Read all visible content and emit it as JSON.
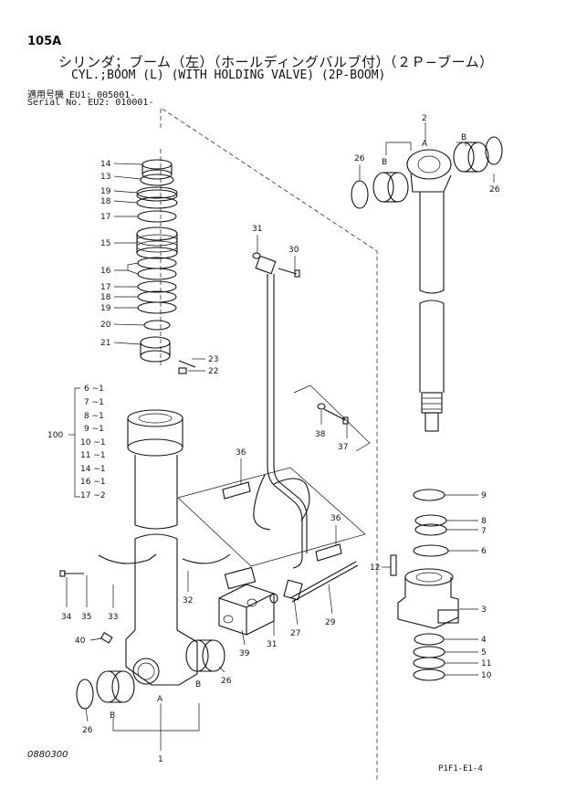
{
  "header": {
    "page_code": "105A",
    "title_jp": "シリンダ；ブーム（左）（ホールディングバルブ付）（２Ｐ−ブーム）",
    "title_en": "CYL.;BOOM (L) (WITH HOLDING VALVE) (2P-BOOM)",
    "serial_line_1": "適用号機  EU1: 005001-",
    "serial_line_2": "Serial No. EU2: 010001-"
  },
  "callouts": {
    "p1": "1",
    "p2": "2",
    "p3": "3",
    "p4": "4",
    "p5": "5",
    "p6": "6",
    "p7": "7",
    "p8": "8",
    "p9": "9",
    "p10": "10",
    "p11": "11",
    "p12": "12",
    "p13": "13",
    "p14": "14",
    "p15": "15",
    "p16": "16",
    "p17a": "17",
    "p17b": "17",
    "p18a": "18",
    "p18b": "18",
    "p19a": "19",
    "p19b": "19",
    "p20": "20",
    "p21": "21",
    "p22": "22",
    "p23": "23",
    "p26a": "26",
    "p26b": "26",
    "p26c": "26",
    "p26d": "26",
    "p27": "27",
    "p29": "29",
    "p30": "30",
    "p31a": "31",
    "p31b": "31",
    "p32": "32",
    "p33": "33",
    "p34": "34",
    "p35": "35",
    "p36a": "36",
    "p36b": "36",
    "p37": "37",
    "p38": "38",
    "p39": "39",
    "p40": "40",
    "kit_group": "100",
    "A_top": "A",
    "B_top_l": "B",
    "B_top_r": "B",
    "A_bot": "A",
    "B_bot_l": "B",
    "B_bot_r": "B"
  },
  "kit_items": [
    "6 ∼1",
    "7 ∼1",
    "8 ∼1",
    "9 ∼1",
    "10 ∼1",
    "11 ∼1",
    "14 ∼1",
    "16 ∼1",
    "17 ∼2"
  ],
  "footer": {
    "drawing_no": "0880300",
    "sheet_ref": "P1F1-E1-4"
  }
}
